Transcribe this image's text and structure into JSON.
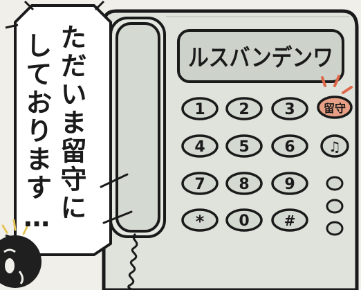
{
  "speech_bubble": {
    "line_1": "ただいま留守に",
    "line_2": "しております…"
  },
  "phone": {
    "display_text": "ルスバンデンワ",
    "answering_button_label": "留守",
    "keypad": {
      "row1": [
        "1",
        "2",
        "3"
      ],
      "row2": [
        "4",
        "5",
        "6"
      ],
      "row3": [
        "7",
        "8",
        "9"
      ],
      "row4": [
        "*",
        "0",
        "#"
      ]
    },
    "music_key_glyph": "♫"
  },
  "colors": {
    "background": "#f1efe9",
    "phone_body": "#dfe3dc",
    "key_fill": "#d4d9d1",
    "display_fill": "#cdd2cb",
    "answering_button": "#e7a086",
    "alert_marks": "#e0684a",
    "outline": "#1a1a1a"
  },
  "icons": [
    "shock-lines-icon",
    "music-note-icon",
    "handset-icon",
    "coiled-cord-icon"
  ]
}
